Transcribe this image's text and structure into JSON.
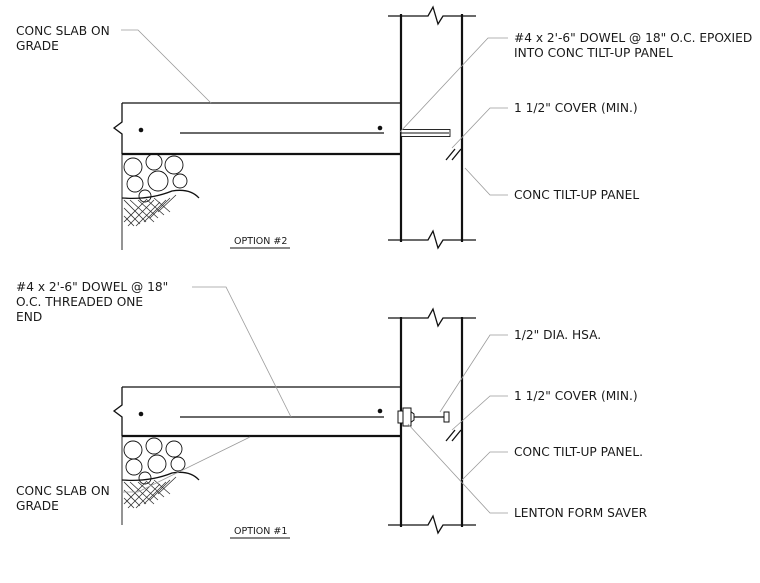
{
  "option2": {
    "slab_label_1": "CONC SLAB ON",
    "slab_label_2": "GRADE",
    "dowel_label_1": "#4 x 2'-6\" DOWEL @ 18\" O.C. EPOXIED",
    "dowel_label_2": "INTO CONC TILT-UP PANEL",
    "cover_label": "1 1/2\" COVER (MIN.)",
    "panel_label": "CONC TILT-UP PANEL",
    "title": "OPTION #2"
  },
  "option1": {
    "dowel_label_1": "#4 x 2'-6\" DOWEL @ 18\"",
    "dowel_label_2": "O.C. THREADED ONE",
    "dowel_label_3": "END",
    "hsa_label": "1/2\" DIA. HSA.",
    "cover_label": "1 1/2\" COVER (MIN.)",
    "panel_label": "CONC TILT-UP PANEL.",
    "slab_label_1": "CONC SLAB ON",
    "slab_label_2": "GRADE",
    "form_saver_label": "LENTON FORM SAVER",
    "title": "OPTION #1"
  }
}
